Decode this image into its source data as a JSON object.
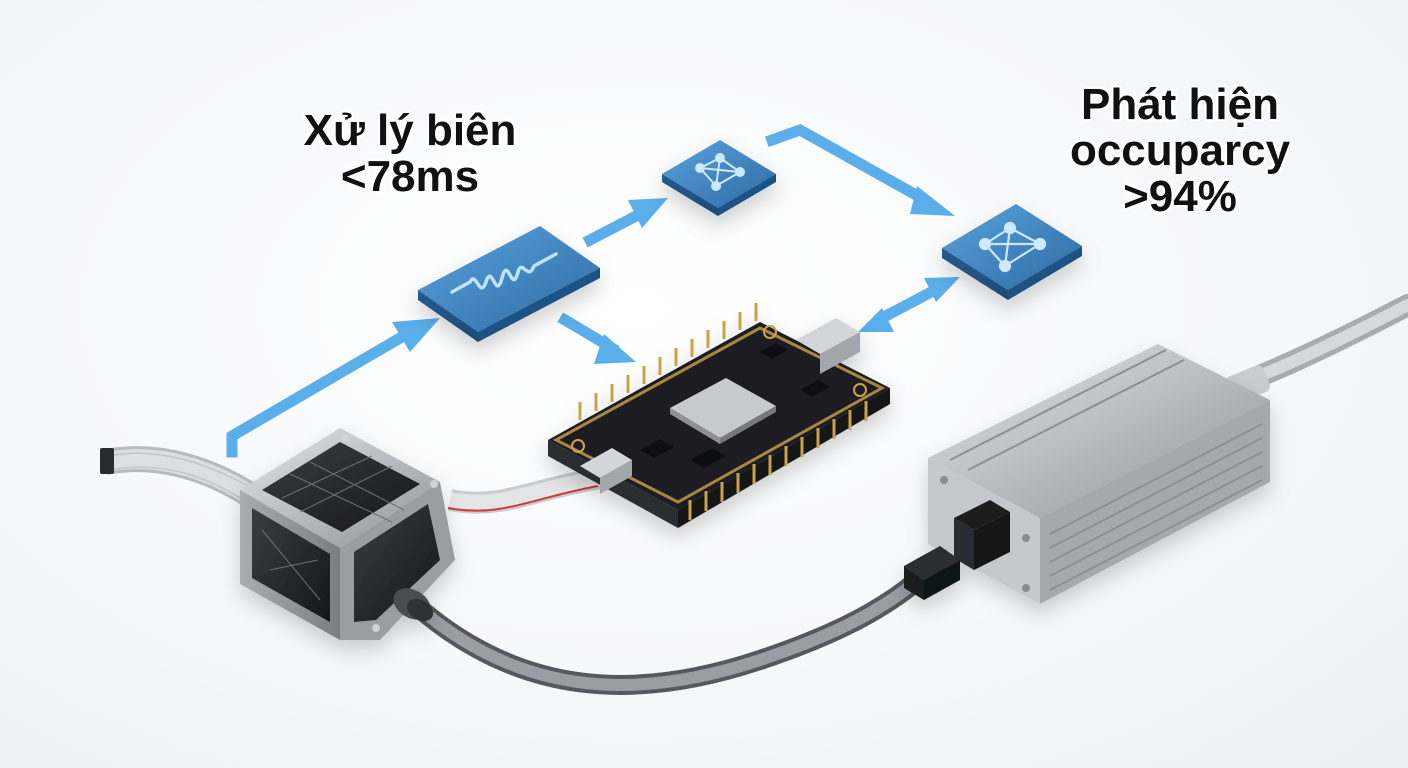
{
  "labels": {
    "edge_processing": {
      "line1": "Xử lý biên",
      "line2": "<78ms"
    },
    "occupancy_detection": {
      "line1": "Phát hiện",
      "line2": "occuparcy",
      "line3": ">94%"
    }
  },
  "colors": {
    "arrow_blue": "#5aaeea",
    "tile_blue": "#2f6fa8",
    "tile_blue_light": "#4d93cf",
    "pcb_black": "#1d1f22",
    "metal_silver": "#c4c7cc",
    "cable_gray": "#7c8086"
  },
  "icons": [
    "waveform-icon",
    "neural-network-icon",
    "neural-network-icon"
  ]
}
